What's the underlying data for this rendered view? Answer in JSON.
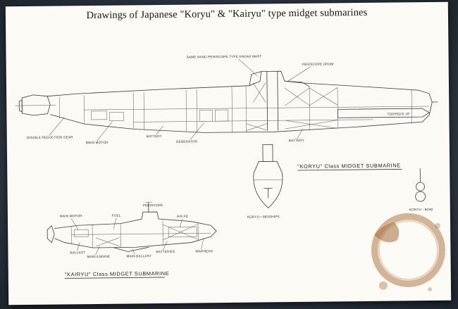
{
  "title": "Drawings of Japanese \"Koryu\" & \"Kairyu\" type midget submarines",
  "koryu": {
    "caption": "\"KORYU\" Class   MIDGET SUBMARINE",
    "labels": {
      "periscope_mast": "SAME HAND PERISCOPE TYPE RADAR MAST",
      "periscope_drum": "PERISCOPE DRUM",
      "double_reduction_gear": "DOUBLE REDUCTION GEAR",
      "main_motor": "MAIN MOTOR",
      "battery_1": "BATTERY",
      "generator": "GENERATOR",
      "battery_2": "BATTERY",
      "torpedo": "TORPEDO 18\"",
      "midships": "KORYU • MIDSHIPS",
      "bow_view": "KORYU - BOW"
    }
  },
  "kairyu": {
    "caption": "\"KAIRYU\" Class  MIDGET  SUBMARINE",
    "labels": {
      "periscope": "PERISCOPE",
      "main_motor": "MAIN MOTOR",
      "fuel": "FUEL",
      "air_ae": "AIR AE",
      "ballast": "BALLAST",
      "main_engine": "MAIN ENGINE",
      "main_ballast": "MAIN BALLAST",
      "batteries": "BATTERIES",
      "warhead": "WARHEAD"
    }
  }
}
